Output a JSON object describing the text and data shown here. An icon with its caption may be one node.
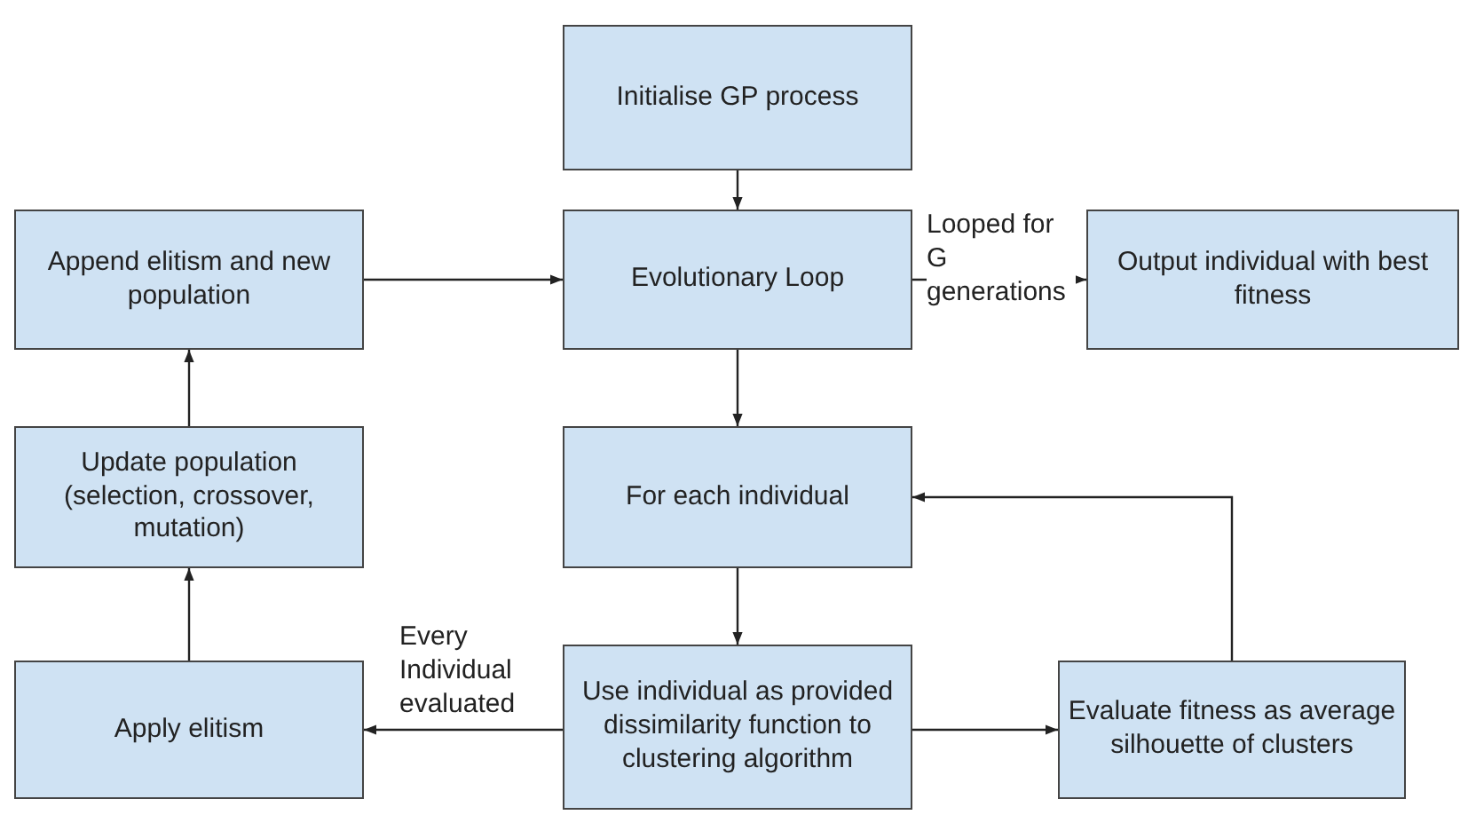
{
  "diagram": {
    "nodes": [
      {
        "text": [
          "Initialise GP process"
        ]
      },
      {
        "text": [
          "Evolutionary Loop"
        ]
      },
      {
        "text": [
          "Output individual with best fitness"
        ]
      },
      {
        "text": [
          "Append elitism and new population"
        ]
      },
      {
        "text": [
          "For each individual"
        ]
      },
      {
        "text": [
          "Update population (selection, crossover, mutation)"
        ]
      },
      {
        "text": [
          "Use individual as provided dissimilarity function to clustering algorithm"
        ]
      },
      {
        "text": [
          "Evaluate fitness as average silhouette of clusters"
        ]
      },
      {
        "text": [
          "Apply elitism"
        ]
      }
    ],
    "edges": [
      {
        "from": 0,
        "to": 1,
        "arrow": "to"
      },
      {
        "from": 3,
        "to": 1,
        "arrow": "to"
      },
      {
        "from": 1,
        "to": 2,
        "arrow": "to",
        "label": "Looped for G generations"
      },
      {
        "from": 1,
        "to": 4,
        "arrow": "to"
      },
      {
        "from": 4,
        "to": 6,
        "arrow": "to"
      },
      {
        "from": 6,
        "to": 7,
        "arrow": "to"
      },
      {
        "from": 7,
        "to": 4,
        "arrow": "to"
      },
      {
        "from": 6,
        "to": 8,
        "arrow": "to",
        "label": "Every Individual evaluated"
      },
      {
        "from": 8,
        "to": 5,
        "arrow": "to"
      },
      {
        "from": 5,
        "to": 3,
        "arrow": "to"
      }
    ]
  }
}
